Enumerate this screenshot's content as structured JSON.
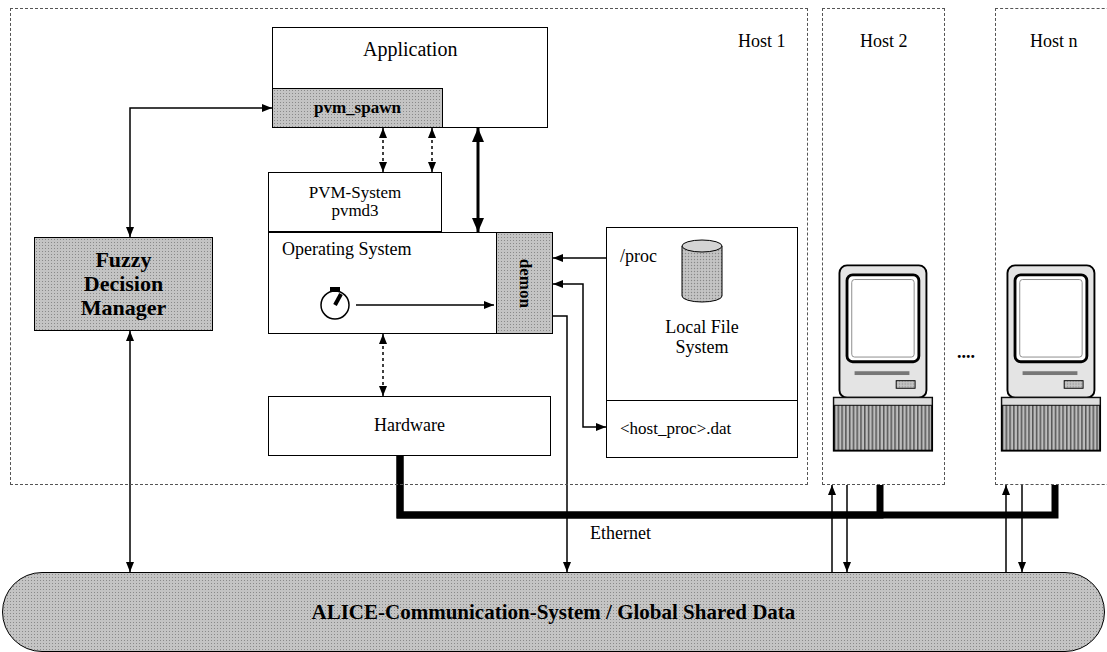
{
  "diagram": {
    "nodes": [
      {
        "text": [
          "Host 1"
        ]
      },
      {
        "text": [
          "Application"
        ],
        "in": 0
      },
      {
        "text": [
          "pvm_spawn"
        ],
        "in": 1
      },
      {
        "text": [
          "Fuzzy Decision Manager"
        ],
        "in": 0
      },
      {
        "text": [
          "PVM-System pvmd3"
        ],
        "in": 0
      },
      {
        "text": [
          "Operating System"
        ],
        "in": 0
      },
      {
        "text": [
          "demon"
        ],
        "in": 5
      },
      {
        "text": [
          "Hardware"
        ],
        "in": 0
      },
      {
        "text": [
          "/proc",
          "Local File System"
        ],
        "in": 0
      },
      {
        "text": [
          "<host_proc>.dat"
        ],
        "in": 8
      },
      {
        "text": [
          "Host 2"
        ]
      },
      {
        "text": [
          "Host n"
        ]
      },
      {
        "text": [
          "ALICE-Communication-System / Global Shared Data"
        ]
      }
    ],
    "edges": [
      {
        "from": 3,
        "to": 2,
        "arrow": "both"
      },
      {
        "from": 3,
        "to": 12,
        "arrow": "both"
      },
      {
        "from": 1,
        "to": 4,
        "arrow": "both"
      },
      {
        "from": 1,
        "to": 4,
        "arrow": "both"
      },
      {
        "from": 1,
        "to": 5,
        "arrow": "both"
      },
      {
        "from": 5,
        "to": 7,
        "arrow": "both"
      },
      {
        "from": 8,
        "to": 6,
        "arrow": "to"
      },
      {
        "from": 9,
        "to": 6,
        "arrow": "both"
      },
      {
        "from": 6,
        "to": 12,
        "arrow": "to"
      },
      {
        "from": 7,
        "to": 10,
        "label": "Ethernet",
        "arrow": "none"
      },
      {
        "from": 7,
        "to": 11,
        "arrow": "none"
      },
      {
        "from": 10,
        "to": 12,
        "arrow": "to"
      },
      {
        "from": 12,
        "to": 10,
        "arrow": "to"
      },
      {
        "from": 11,
        "to": 12,
        "arrow": "to"
      },
      {
        "from": 12,
        "to": 11,
        "arrow": "to"
      }
    ],
    "labels": [
      "...."
    ]
  }
}
